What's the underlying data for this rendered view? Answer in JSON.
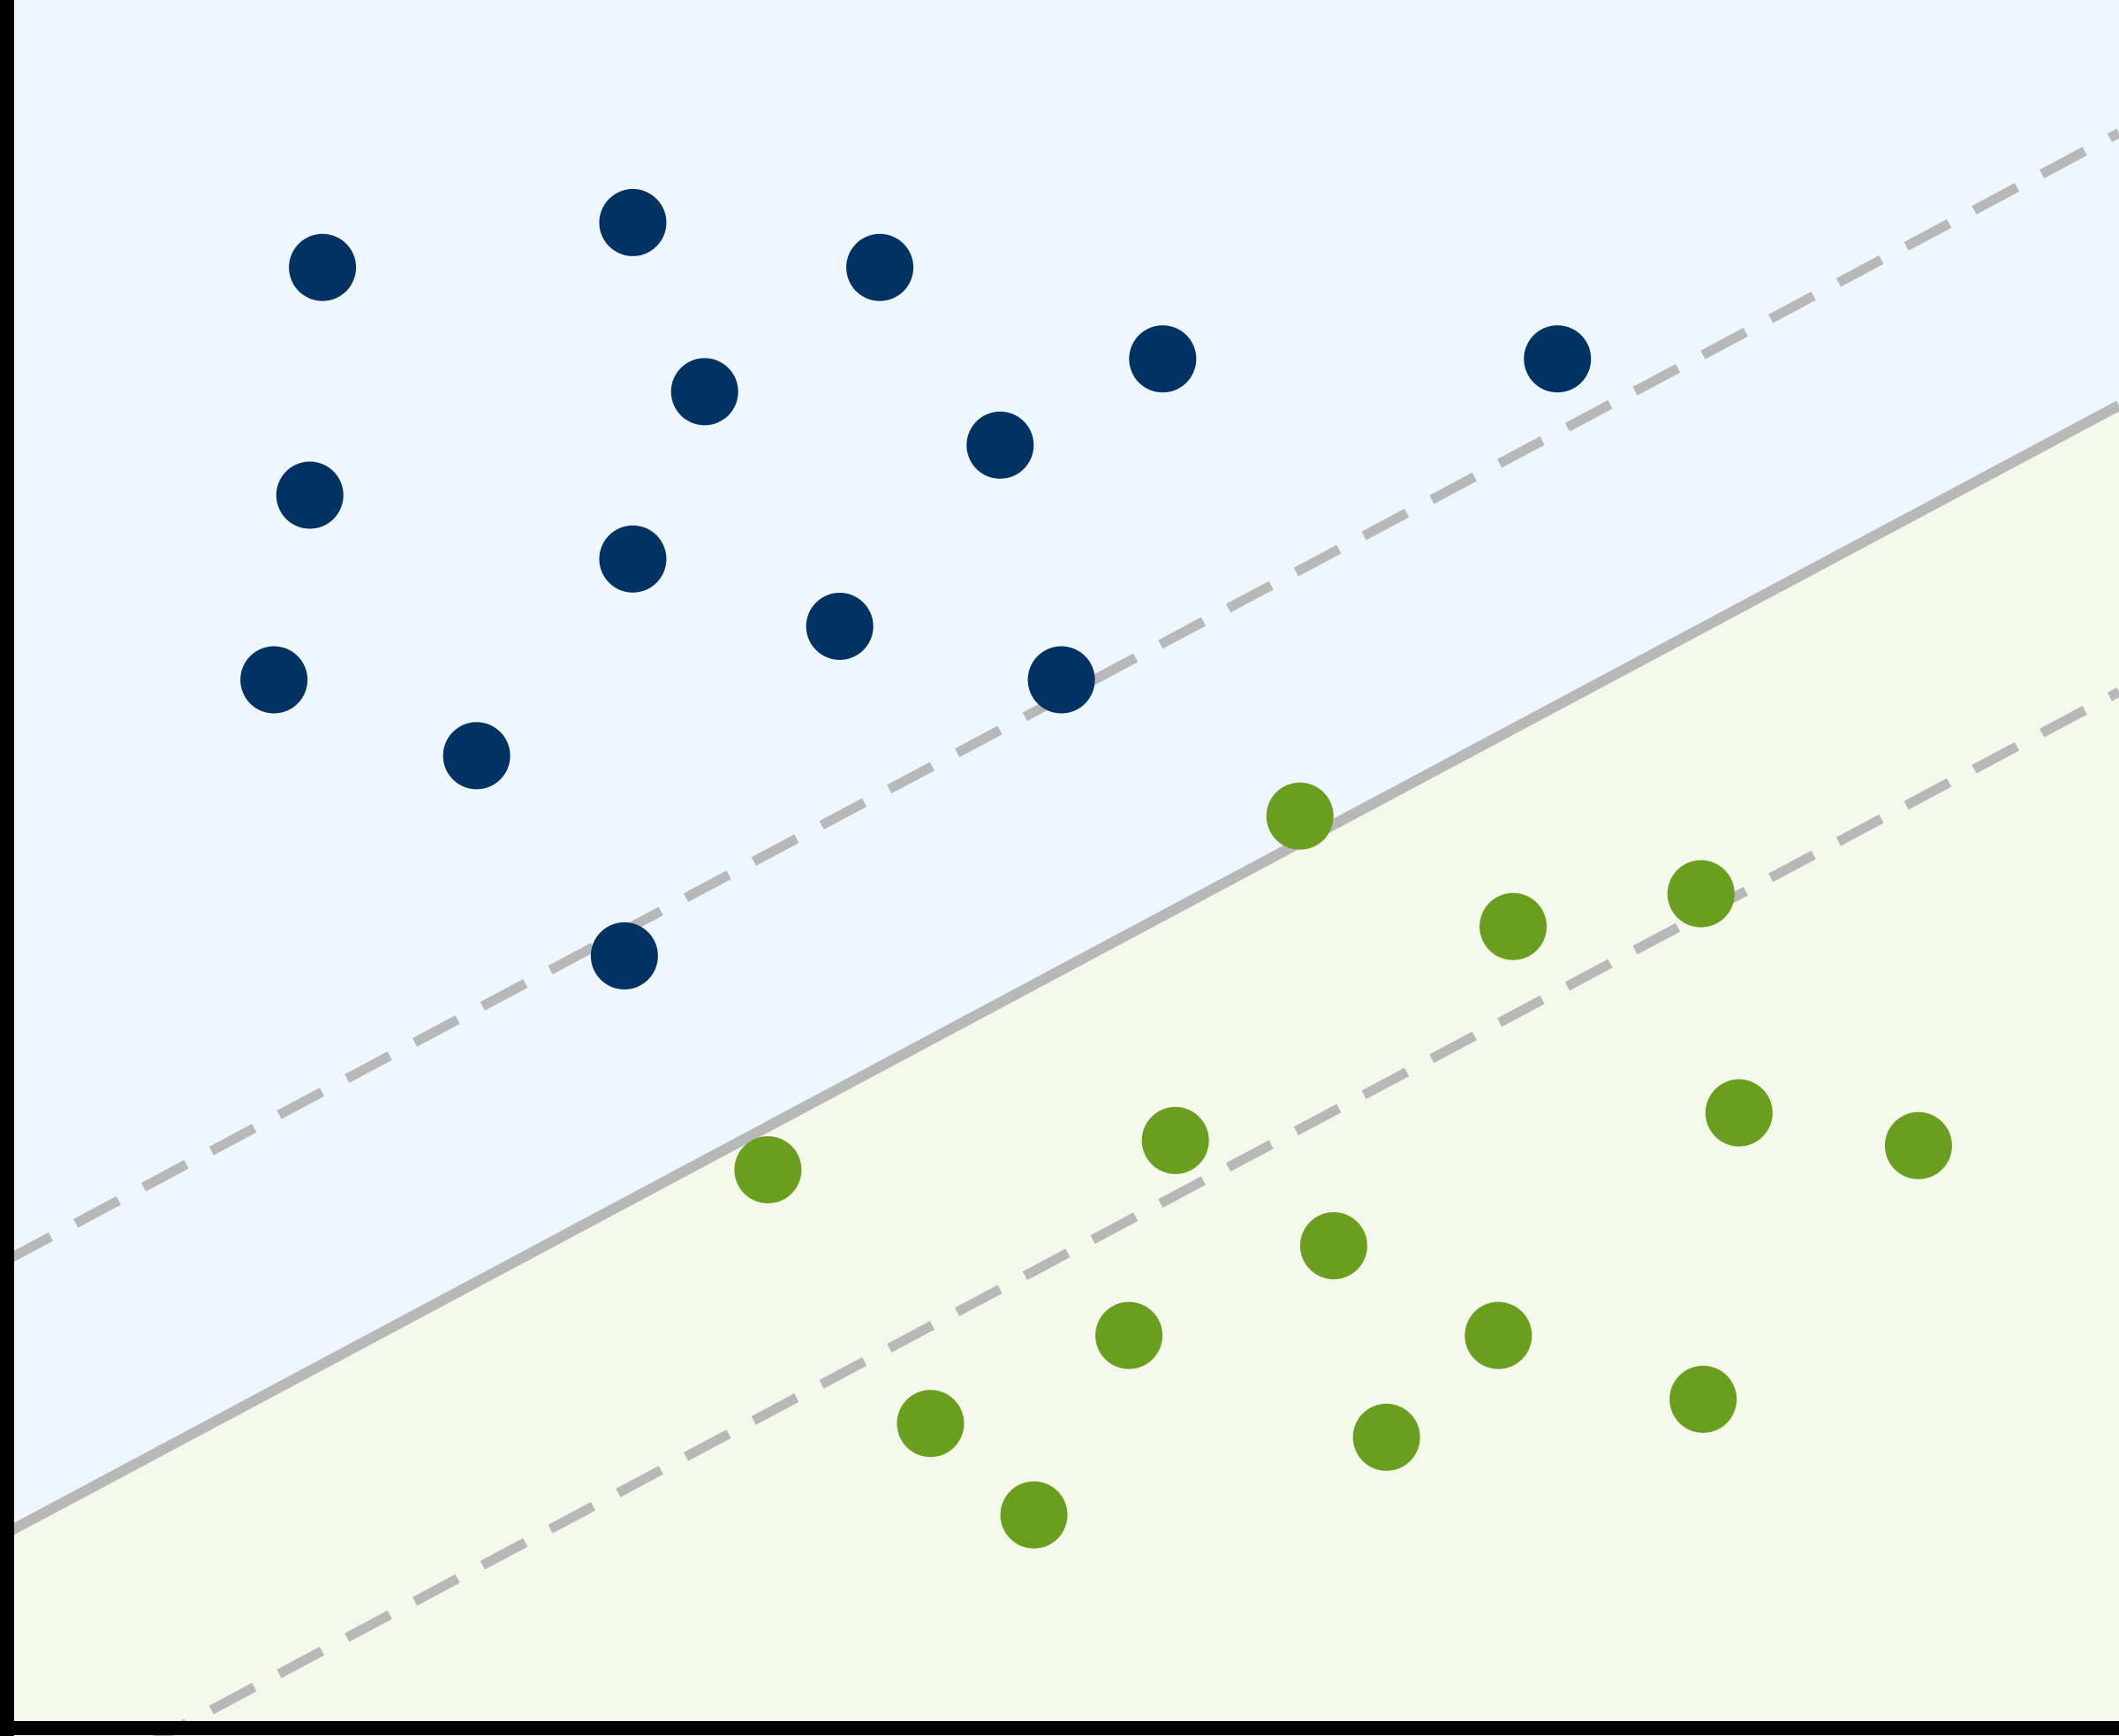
{
  "colors": {
    "region_upper": "#eef6ff",
    "region_lower": "#f4f9ec",
    "class_a": "#003263",
    "class_b": "#6a9e1f",
    "hyperplane": "#b8b8b8",
    "margin": "#b8b8b8",
    "axes": "#000000"
  },
  "hyperplane": {
    "slope": 0.653,
    "intercept": 0.112
  },
  "margins": [
    {
      "name": "upper-margin",
      "slope": 0.653,
      "intercept": 0.27
    },
    {
      "name": "lower-margin",
      "slope": 0.653,
      "intercept": -0.054
    }
  ],
  "class_a_points": [
    [
      0.149,
      0.845
    ],
    [
      0.296,
      0.871
    ],
    [
      0.413,
      0.845
    ],
    [
      0.33,
      0.773
    ],
    [
      0.547,
      0.792
    ],
    [
      0.47,
      0.742
    ],
    [
      0.734,
      0.792
    ],
    [
      0.143,
      0.713
    ],
    [
      0.296,
      0.676
    ],
    [
      0.394,
      0.637
    ],
    [
      0.126,
      0.606
    ],
    [
      0.222,
      0.562
    ],
    [
      0.499,
      0.606
    ],
    [
      0.292,
      0.446
    ]
  ],
  "class_b_points": [
    [
      0.612,
      0.527
    ],
    [
      0.713,
      0.463
    ],
    [
      0.802,
      0.482
    ],
    [
      0.36,
      0.322
    ],
    [
      0.553,
      0.339
    ],
    [
      0.82,
      0.355
    ],
    [
      0.905,
      0.336
    ],
    [
      0.628,
      0.278
    ],
    [
      0.531,
      0.226
    ],
    [
      0.706,
      0.226
    ],
    [
      0.437,
      0.175
    ],
    [
      0.486,
      0.122
    ],
    [
      0.653,
      0.167
    ],
    [
      0.803,
      0.189
    ]
  ]
}
